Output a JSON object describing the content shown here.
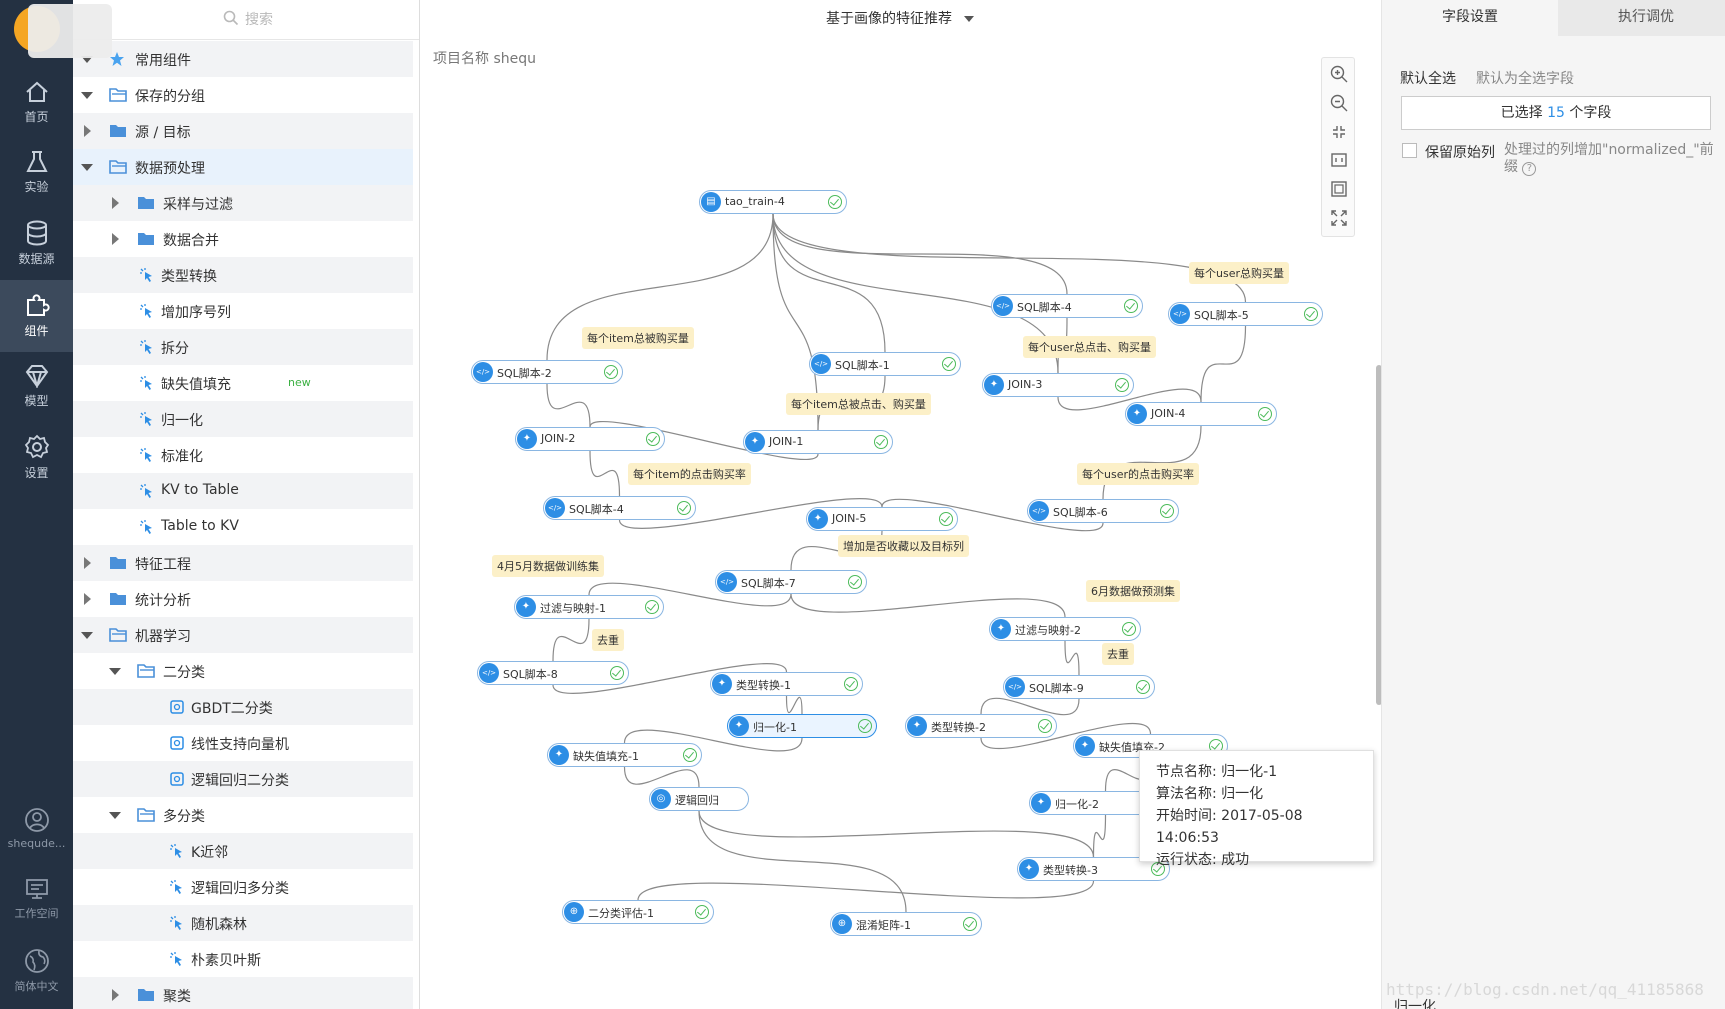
{
  "nav": {
    "items": [
      {
        "label": "首页",
        "icon": "home-icon"
      },
      {
        "label": "实验",
        "icon": "flask-icon"
      },
      {
        "label": "数据源",
        "icon": "database-icon"
      },
      {
        "label": "组件",
        "icon": "puzzle-icon"
      },
      {
        "label": "模型",
        "icon": "diamond-icon"
      },
      {
        "label": "设置",
        "icon": "gear-icon"
      }
    ],
    "bottom": [
      {
        "label": "shequde...",
        "icon": "user-icon"
      },
      {
        "label": "工作空间",
        "icon": "workspace-icon"
      },
      {
        "label": "简体中文",
        "icon": "globe-icon"
      }
    ]
  },
  "tree": {
    "search_placeholder": "搜索",
    "items": [
      {
        "label": "常用组件",
        "level": 0,
        "state": "expanded",
        "icon": "star-icon"
      },
      {
        "label": "保存的分组",
        "level": 0,
        "state": "expanded",
        "icon": "folder-open-icon"
      },
      {
        "label": "源 / 目标",
        "level": 0,
        "state": "collapsed",
        "icon": "folder-icon"
      },
      {
        "label": "数据预处理",
        "level": 0,
        "state": "expanded",
        "icon": "folder-open-icon"
      },
      {
        "label": "采样与过滤",
        "level": 1,
        "state": "collapsed",
        "icon": "folder-icon"
      },
      {
        "label": "数据合并",
        "level": 1,
        "state": "collapsed",
        "icon": "folder-icon"
      },
      {
        "label": "类型转换",
        "level": 1,
        "state": "leaf",
        "icon": "component-icon"
      },
      {
        "label": "增加序号列",
        "level": 1,
        "state": "leaf",
        "icon": "component-icon"
      },
      {
        "label": "拆分",
        "level": 1,
        "state": "leaf",
        "icon": "component-icon"
      },
      {
        "label": "缺失值填充",
        "level": 1,
        "state": "leaf",
        "icon": "component-icon",
        "badge": "new"
      },
      {
        "label": "归一化",
        "level": 1,
        "state": "leaf",
        "icon": "component-icon"
      },
      {
        "label": "标准化",
        "level": 1,
        "state": "leaf",
        "icon": "component-icon"
      },
      {
        "label": "KV to Table",
        "level": 1,
        "state": "leaf",
        "icon": "component-icon"
      },
      {
        "label": "Table to KV",
        "level": 1,
        "state": "leaf",
        "icon": "component-icon"
      },
      {
        "label": "特征工程",
        "level": 0,
        "state": "collapsed",
        "icon": "folder-icon"
      },
      {
        "label": "统计分析",
        "level": 0,
        "state": "collapsed",
        "icon": "folder-icon"
      },
      {
        "label": "机器学习",
        "level": 0,
        "state": "expanded",
        "icon": "folder-open-icon"
      },
      {
        "label": "二分类",
        "level": 1,
        "state": "expanded",
        "icon": "folder-open-icon"
      },
      {
        "label": "GBDT二分类",
        "level": 2,
        "state": "leaf",
        "icon": "model-icon"
      },
      {
        "label": "线性支持向量机",
        "level": 2,
        "state": "leaf",
        "icon": "model-icon"
      },
      {
        "label": "逻辑回归二分类",
        "level": 2,
        "state": "leaf",
        "icon": "model-icon"
      },
      {
        "label": "多分类",
        "level": 1,
        "state": "expanded",
        "icon": "folder-open-icon"
      },
      {
        "label": "K近邻",
        "level": 2,
        "state": "leaf",
        "icon": "component-icon"
      },
      {
        "label": "逻辑回归多分类",
        "level": 2,
        "state": "leaf",
        "icon": "component-icon"
      },
      {
        "label": "随机森林",
        "level": 2,
        "state": "leaf",
        "icon": "component-icon"
      },
      {
        "label": "朴素贝叶斯",
        "level": 2,
        "state": "leaf",
        "icon": "component-icon"
      },
      {
        "label": "聚类",
        "level": 1,
        "state": "collapsed",
        "icon": "folder-icon"
      }
    ]
  },
  "canvas": {
    "title": "基于画像的特征推荐",
    "project_label": "项目名称",
    "project_name": "shequ",
    "nodes": [
      {
        "id": "n0",
        "label": "tao_train-4",
        "kind": "table"
      },
      {
        "id": "n1",
        "label": "SQL脚本-4",
        "kind": "sql"
      },
      {
        "id": "n2",
        "label": "SQL脚本-5",
        "kind": "sql"
      },
      {
        "id": "n3",
        "label": "SQL脚本-2",
        "kind": "sql"
      },
      {
        "id": "n4",
        "label": "SQL脚本-1",
        "kind": "sql"
      },
      {
        "id": "n5",
        "label": "JOIN-3",
        "kind": "comp"
      },
      {
        "id": "n6",
        "label": "JOIN-4",
        "kind": "comp"
      },
      {
        "id": "n7",
        "label": "JOIN-2",
        "kind": "comp"
      },
      {
        "id": "n8",
        "label": "JOIN-1",
        "kind": "comp"
      },
      {
        "id": "n9",
        "label": "SQL脚本-4",
        "kind": "sql"
      },
      {
        "id": "n10",
        "label": "JOIN-5",
        "kind": "comp"
      },
      {
        "id": "n11",
        "label": "SQL脚本-6",
        "kind": "sql"
      },
      {
        "id": "n12",
        "label": "SQL脚本-7",
        "kind": "sql"
      },
      {
        "id": "n13",
        "label": "过滤与映射-1",
        "kind": "comp"
      },
      {
        "id": "n14",
        "label": "过滤与映射-2",
        "kind": "comp"
      },
      {
        "id": "n15",
        "label": "SQL脚本-8",
        "kind": "sql"
      },
      {
        "id": "n16",
        "label": "类型转换-1",
        "kind": "comp"
      },
      {
        "id": "n17",
        "label": "SQL脚本-9",
        "kind": "sql"
      },
      {
        "id": "n18",
        "label": "归一化-1",
        "kind": "comp"
      },
      {
        "id": "n19",
        "label": "类型转换-2",
        "kind": "comp"
      },
      {
        "id": "n20",
        "label": "缺失值填充-1",
        "kind": "comp"
      },
      {
        "id": "n21",
        "label": "缺失值填充-2",
        "kind": "comp"
      },
      {
        "id": "n22",
        "label": "逻辑回归",
        "kind": "model"
      },
      {
        "id": "n23",
        "label": "归一化-2",
        "kind": "comp"
      },
      {
        "id": "n24",
        "label": "类型转换-3",
        "kind": "comp"
      },
      {
        "id": "n25",
        "label": "二分类评估-1",
        "kind": "eval"
      },
      {
        "id": "n26",
        "label": "混淆矩阵-1",
        "kind": "eval"
      }
    ],
    "notes": [
      "每个user总购买量",
      "每个item总被购买量",
      "每个user总点击、购买量",
      "每个item总被点击、购买量",
      "每个item的点击购买率",
      "每个user的点击购买率",
      "增加是否收藏以及目标列",
      "4月5月数据做训练集",
      "6月数据做预测集",
      "去重",
      "去重"
    ],
    "tooltip": {
      "rows": [
        {
          "k": "节点名称:",
          "v": "归一化-1"
        },
        {
          "k": "算法名称:",
          "v": "归一化"
        },
        {
          "k": "开始时间:",
          "v": "2017-05-08 14:06:53"
        },
        {
          "k": "运行状态:",
          "v": "成功"
        }
      ]
    }
  },
  "right": {
    "tab1": "字段设置",
    "tab2": "执行调优",
    "select_all_label": "默认全选",
    "select_all_desc": "默认为全选字段",
    "selected_prefix": "已选择",
    "selected_count": "15",
    "selected_suffix": "个字段",
    "keep_label": "保留原始列",
    "keep_desc": "处理过的列增加\"normalized_\"前缀",
    "bottom_label": "归一化"
  },
  "watermark": "https://blog.csdn.net/qq_41185868",
  "colors": {
    "nav_bg": "#243142",
    "accent": "#2d8ee5",
    "ok": "#4cbb5a",
    "note": "#fcf0c8"
  }
}
